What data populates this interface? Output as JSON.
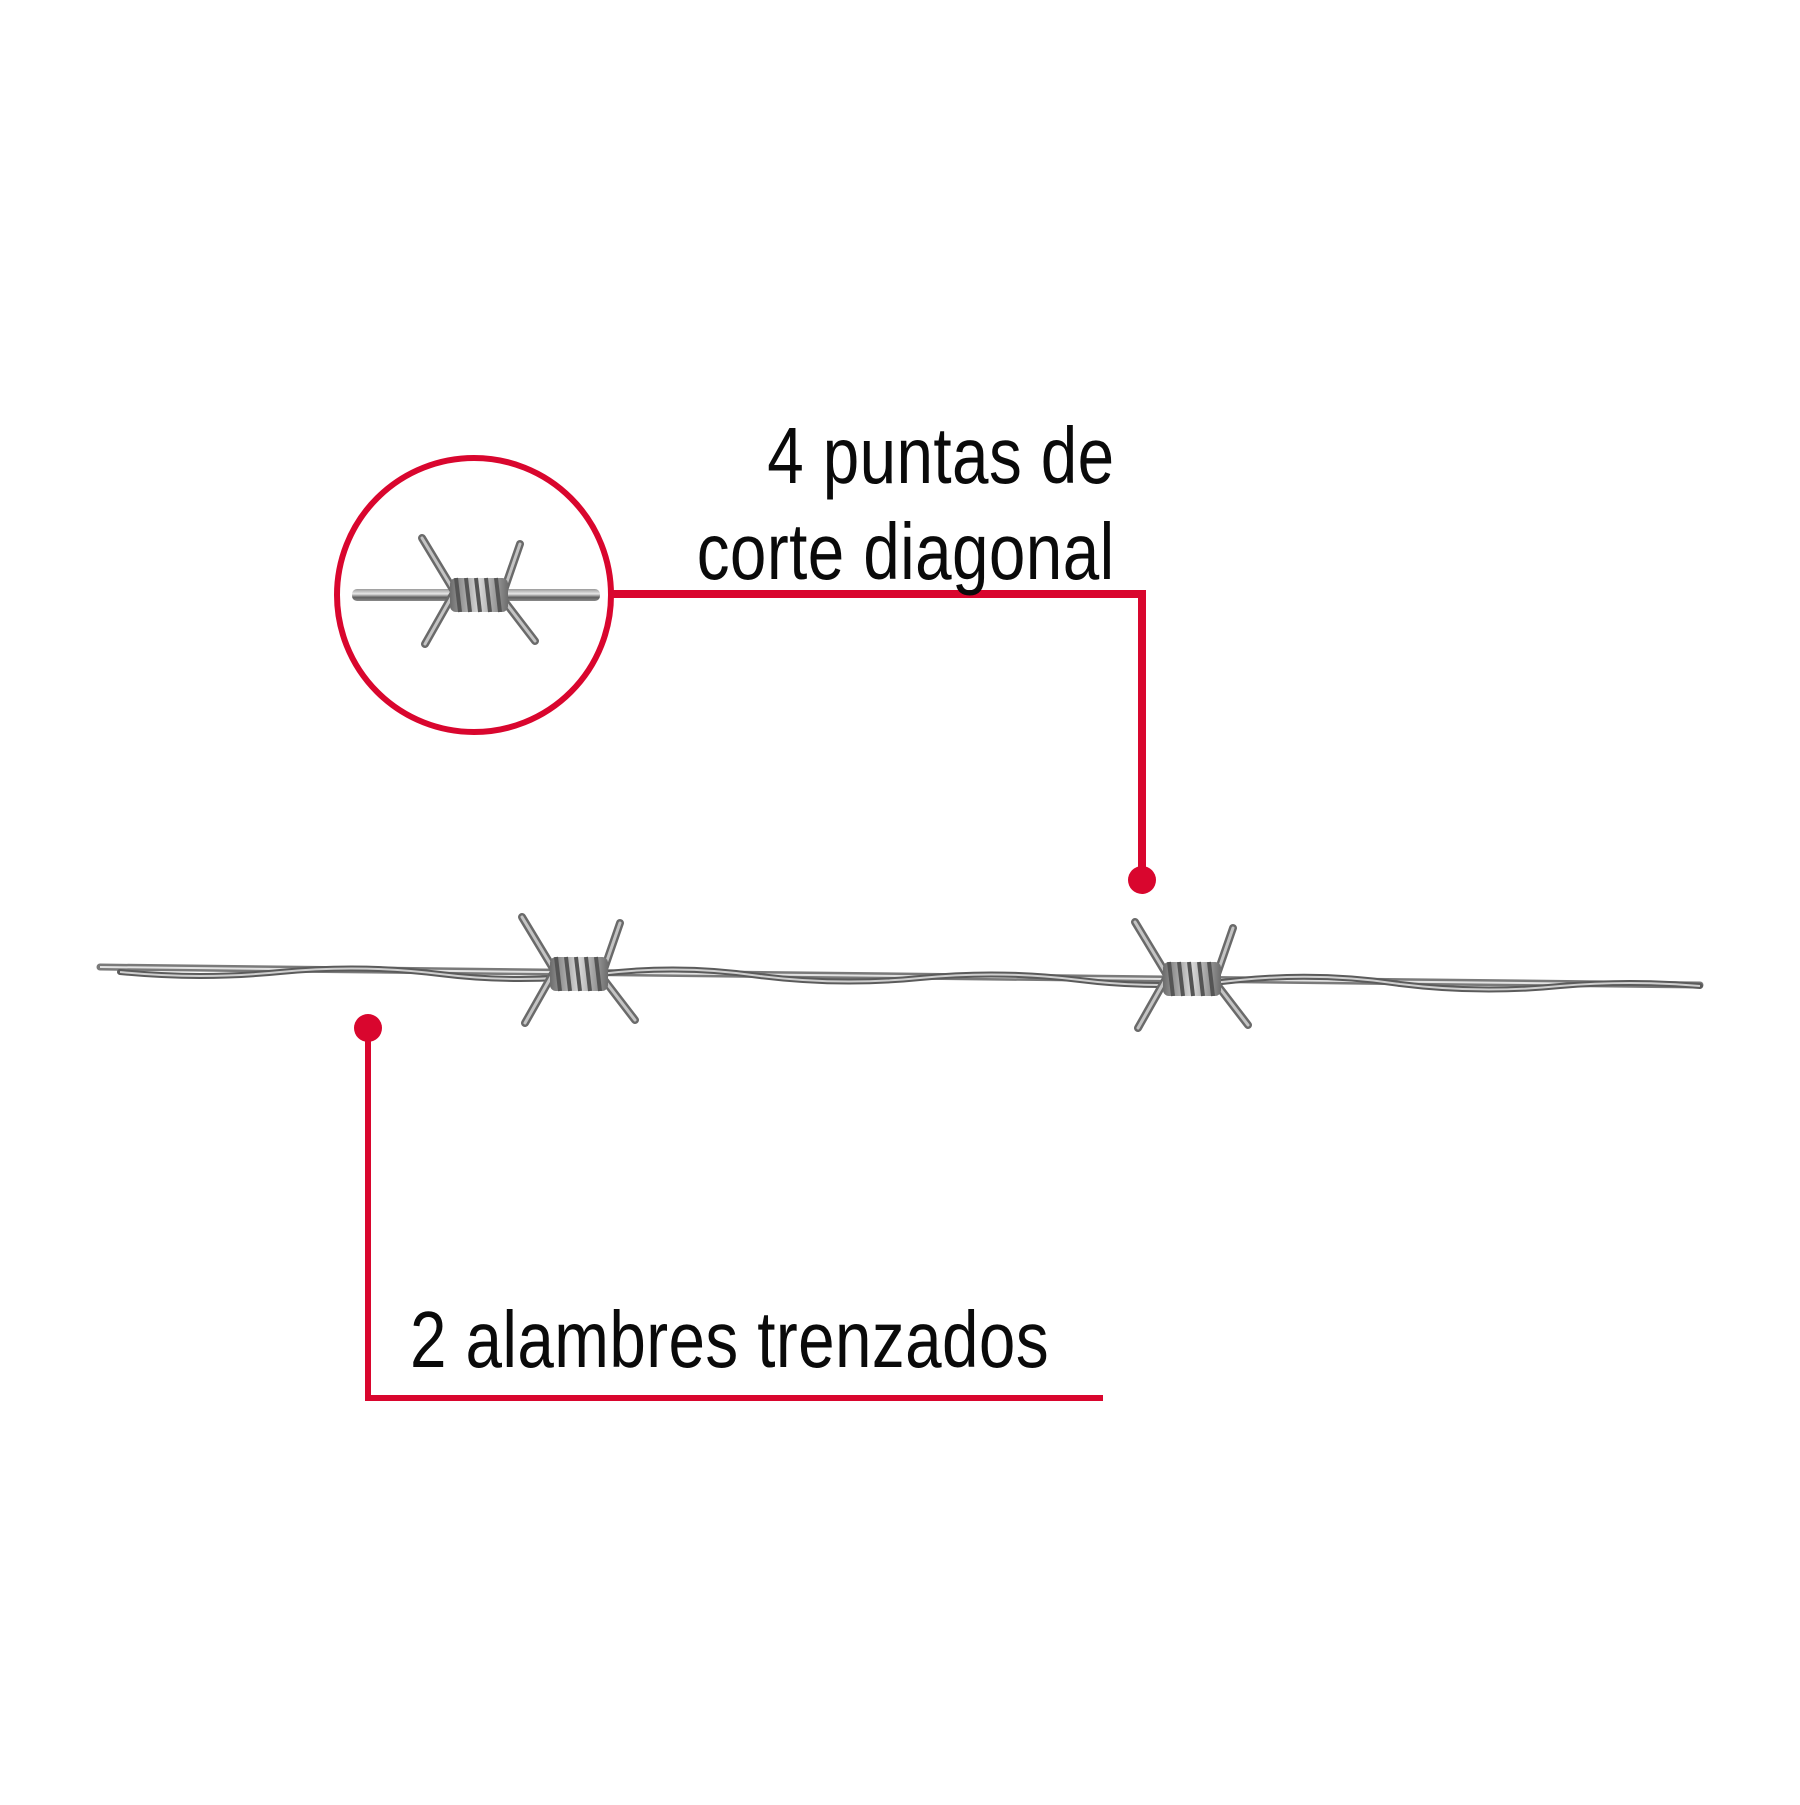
{
  "diagram": {
    "subject": "barbed wire",
    "colors": {
      "accent": "#D9062E",
      "text": "#0A0A0A",
      "wire_dark": "#555555",
      "wire_light": "#BDBDBD",
      "background": "#FFFFFF"
    },
    "callouts": [
      {
        "id": "barbs",
        "lines": [
          "4 puntas de",
          "corte diagonal"
        ],
        "target": "barb detail (magnified in circle)"
      },
      {
        "id": "strands",
        "lines": [
          "2 alambres trenzados"
        ],
        "target": "twisted wire strands"
      }
    ],
    "barb_count_shown": 2,
    "magnifier": "circle-detail"
  }
}
